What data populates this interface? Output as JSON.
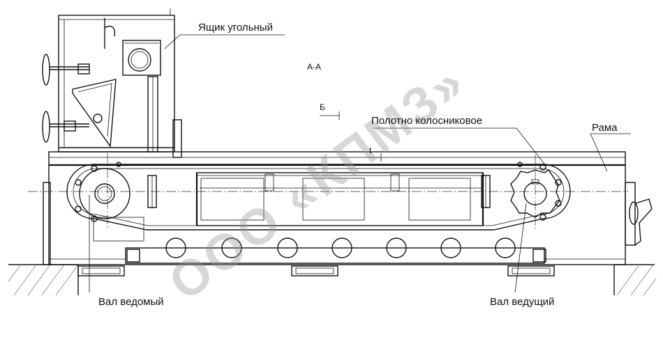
{
  "labels": {
    "coal_box": "Ящик угольный",
    "section": "А-А",
    "view_b": "Б",
    "chain_pitch": "t",
    "grate_belt": "Полотно колосниковое",
    "frame": "Рама",
    "driven_shaft": "Вал ведомый",
    "drive_shaft": "Вал ведущий"
  },
  "watermark": {
    "text": "ООО «КПМЗ»",
    "color": "#9a9a9a"
  },
  "colors": {
    "line": "#111111",
    "background": "#ffffff"
  }
}
